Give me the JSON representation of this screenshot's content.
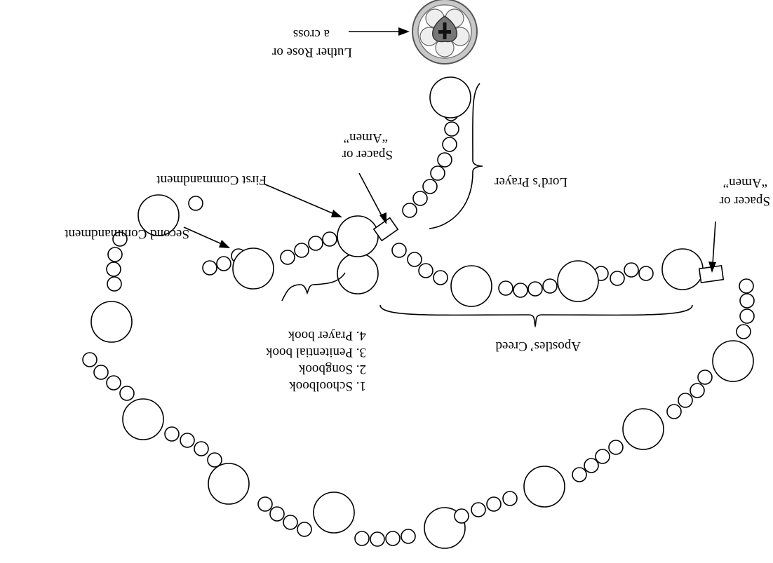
{
  "labels": {
    "luther_rose": [
      "Luther Rose or",
      "a cross"
    ],
    "lords_prayer": "Lord’s Prayer",
    "spacer_top": [
      "Spacer or",
      "“Amen”"
    ],
    "spacer_right": [
      "Spacer or",
      "“Amen”"
    ],
    "first_commandment": "First Commandment",
    "second_commandment": "Second Commandment",
    "books": [
      "1. Schoolbook",
      "2. Songbook",
      "3. Penitential book",
      "4. Prayer book"
    ],
    "apostles_creed": "Apostles’ Creed"
  },
  "colors": {
    "ink": "#000000",
    "rose_outer": "#c8c8c8",
    "rose_petal": "#ffffff",
    "rose_heart": "#777777"
  },
  "icons": [
    "luther-rose-icon",
    "arrow-icon",
    "brace-icon"
  ]
}
